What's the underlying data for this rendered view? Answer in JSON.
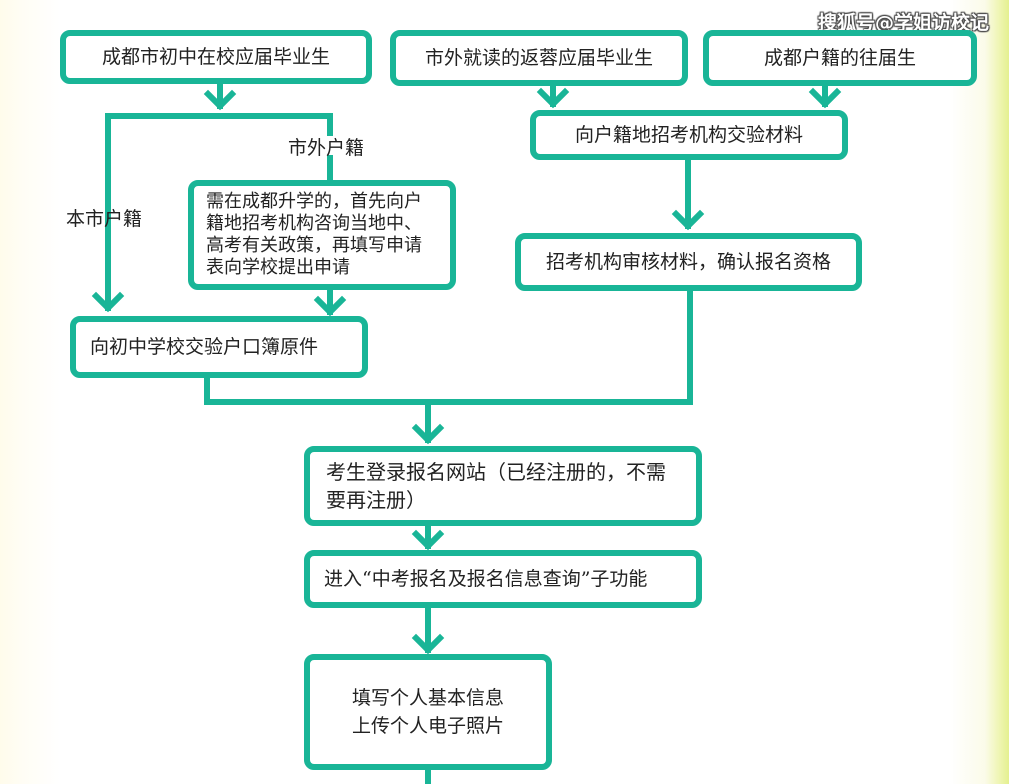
{
  "watermark": "搜狐号@学姐访校记",
  "colors": {
    "accent": "#19b597"
  },
  "nodes": {
    "local_grad": "成都市初中在校应届毕业生",
    "outside_return": "市外就读的返蓉应届毕业生",
    "past_grad": "成都户籍的往届生",
    "submit_household": "向户籍地招考机构交验材料",
    "consult": "需在成都升学的，首先向户籍地招考机构咨询当地中、高考有关政策，再填写申请表向学校提出申请",
    "review": "招考机构审核材料，确认报名资格",
    "verify_hukou": "向初中学校交验户口簿原件",
    "login": "考生登录报名网站（已经注册的，不需要再注册）",
    "enter_function": "进入“中考报名及报名信息查询”子功能",
    "fill_info": "填写个人基本信息",
    "upload_photo": "上传个人电子照片"
  },
  "edge_labels": {
    "outside_household": "市外户籍",
    "local_household": "本市户籍"
  }
}
